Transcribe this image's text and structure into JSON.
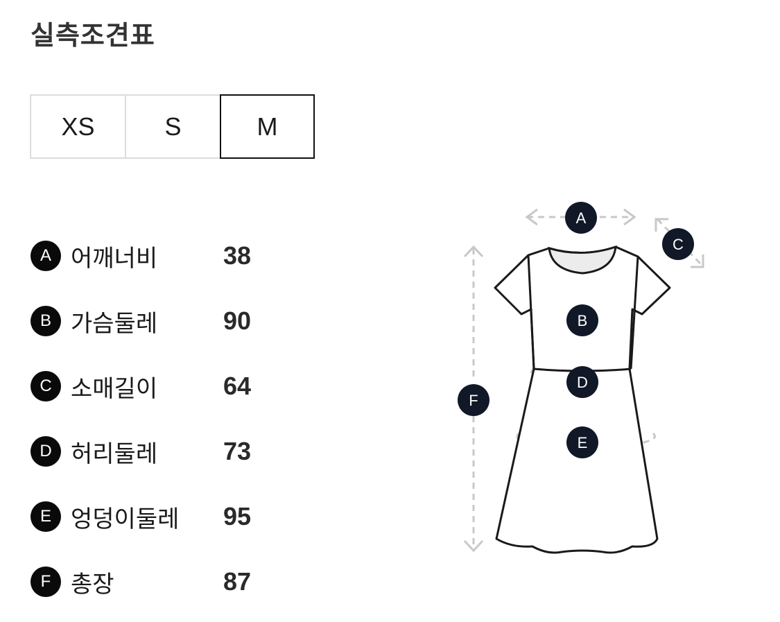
{
  "header": {
    "title": "실측조견표"
  },
  "size_tabs": [
    {
      "label": "XS",
      "selected": false
    },
    {
      "label": "S",
      "selected": false
    },
    {
      "label": "M",
      "selected": true
    }
  ],
  "measurements": [
    {
      "key": "A",
      "label": "어깨너비",
      "value": "38"
    },
    {
      "key": "B",
      "label": "가슴둘레",
      "value": "90"
    },
    {
      "key": "C",
      "label": "소매길이",
      "value": "64"
    },
    {
      "key": "D",
      "label": "허리둘레",
      "value": "73"
    },
    {
      "key": "E",
      "label": "엉덩이둘레",
      "value": "95"
    },
    {
      "key": "F",
      "label": "총장",
      "value": "87"
    }
  ],
  "diagram": {
    "icon": "dress-outline-icon",
    "markers": [
      "A",
      "B",
      "C",
      "D",
      "E",
      "F"
    ],
    "colors": {
      "outline": "#1a1a1a",
      "badge": "#111827",
      "dash": "#c8c8c8",
      "neck_fill": "#ececec"
    }
  }
}
